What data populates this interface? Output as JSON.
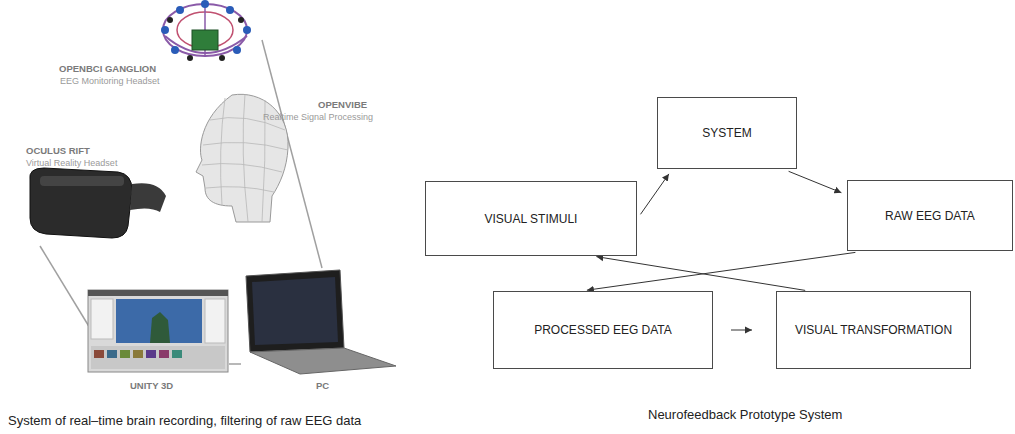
{
  "diagram": {
    "caption": "Neurofeedback Prototype System",
    "nodes": [
      {
        "text": [
          "SYSTEM"
        ]
      },
      {
        "text": [
          "VISUAL STIMULI"
        ]
      },
      {
        "text": [
          "RAW EEG DATA"
        ]
      },
      {
        "text": [
          "PROCESSED EEG DATA"
        ]
      },
      {
        "text": [
          "VISUAL TRANSFORMATION"
        ]
      }
    ],
    "edges": [
      {
        "from": 1,
        "to": 0,
        "arrow": "to"
      },
      {
        "from": 0,
        "to": 2,
        "arrow": "to"
      },
      {
        "from": 2,
        "to": 3,
        "arrow": "to"
      },
      {
        "from": 3,
        "to": 4,
        "arrow": "to"
      },
      {
        "from": 4,
        "to": 1,
        "arrow": "to"
      }
    ],
    "labels": [
      "OPENBCI GANGLION",
      "EEG Monitoring Headset",
      "OPENVIBE",
      "Realtime Signal Processing",
      "OCULUS RIFT",
      "Virtual Reality Headset",
      "UNITY 3D",
      "PC",
      "System of real–time brain recording, filtering of raw EEG data"
    ]
  }
}
